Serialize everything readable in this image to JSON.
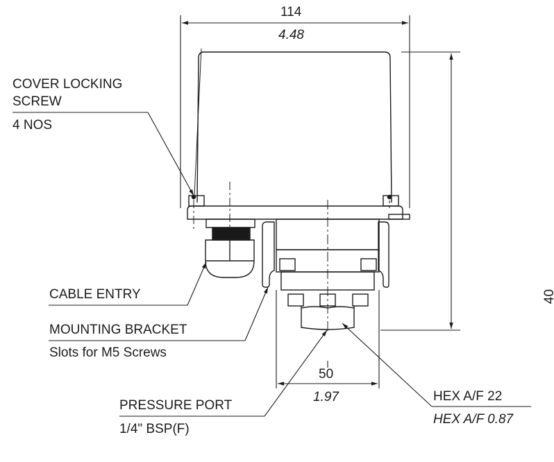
{
  "drawing": {
    "line_color": "#1a1a1a",
    "background": "#ffffff",
    "dimensions": {
      "width": {
        "mm": "114",
        "inch": "4.48"
      },
      "height": {
        "mm": "40"
      },
      "port_spacing": {
        "mm": "50",
        "inch": "1.97"
      }
    },
    "callouts": {
      "cover_locking_screw": {
        "line1": "COVER LOCKING",
        "line2": "SCREW",
        "note": "4 NOS"
      },
      "cable_entry": {
        "label": "CABLE ENTRY"
      },
      "mounting_bracket": {
        "label": "MOUNTING BRACKET",
        "note": "Slots for M5 Screws"
      },
      "pressure_port": {
        "label": "PRESSURE PORT",
        "note": "1/4\" BSP(F)"
      },
      "hex": {
        "label": "HEX A/F 22",
        "note": "HEX A/F 0.87"
      }
    }
  }
}
